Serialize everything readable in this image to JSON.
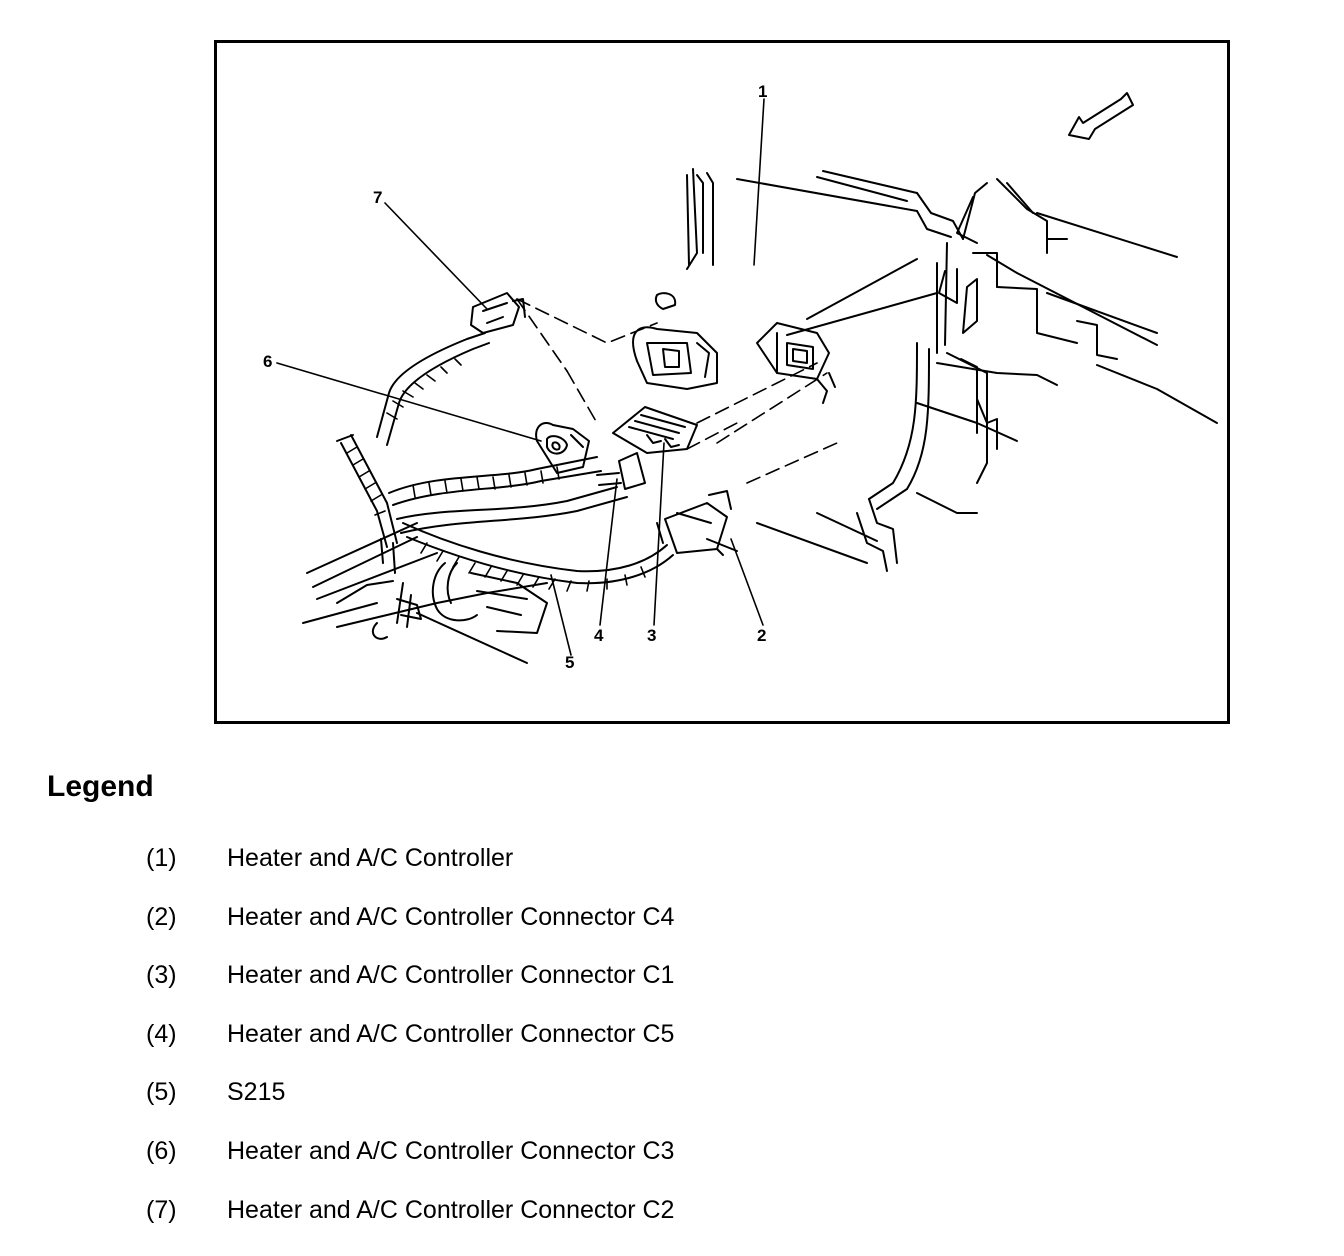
{
  "diagram": {
    "callouts": [
      "1",
      "2",
      "3",
      "4",
      "5",
      "6",
      "7"
    ],
    "direction_icon": "arrow-front-icon"
  },
  "legend": {
    "title": "Legend",
    "items": [
      {
        "num": "(1)",
        "text": "Heater and A/C Controller"
      },
      {
        "num": "(2)",
        "text": "Heater and A/C Controller Connector C4"
      },
      {
        "num": "(3)",
        "text": "Heater and A/C Controller Connector C1"
      },
      {
        "num": "(4)",
        "text": "Heater and A/C Controller Connector C5"
      },
      {
        "num": "(5)",
        "text": "S215"
      },
      {
        "num": "(6)",
        "text": "Heater and A/C Controller Connector C3"
      },
      {
        "num": "(7)",
        "text": "Heater and A/C Controller Connector C2"
      }
    ]
  }
}
